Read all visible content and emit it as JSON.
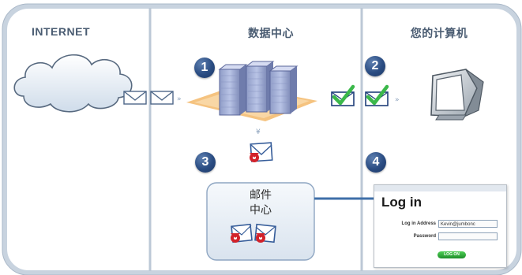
{
  "columns": {
    "internet": "INTERNET",
    "datacenter": "数据中心",
    "your_computer": "您的计算机"
  },
  "steps": [
    "1",
    "2",
    "3",
    "4"
  ],
  "mail_center": {
    "line1": "邮件",
    "line2": "中心"
  },
  "login_panel": {
    "title": "Log in",
    "address_label": "Log in Address",
    "address_value": "Kevin@jumbonc",
    "password_label": "Password",
    "password_value": "",
    "button_label": "LOG ON"
  },
  "colors": {
    "frame": "#bfcbd8",
    "step_badge": "#2a4c82",
    "check": "#3bb84a",
    "virus": "#d2222a",
    "connector": "#3f6fa8"
  },
  "icons": [
    "cloud-icon",
    "envelope-icon",
    "server-stack-icon",
    "check-envelope-icon",
    "virus-envelope-icon",
    "computer-monitor-icon",
    "arrow-icon"
  ]
}
